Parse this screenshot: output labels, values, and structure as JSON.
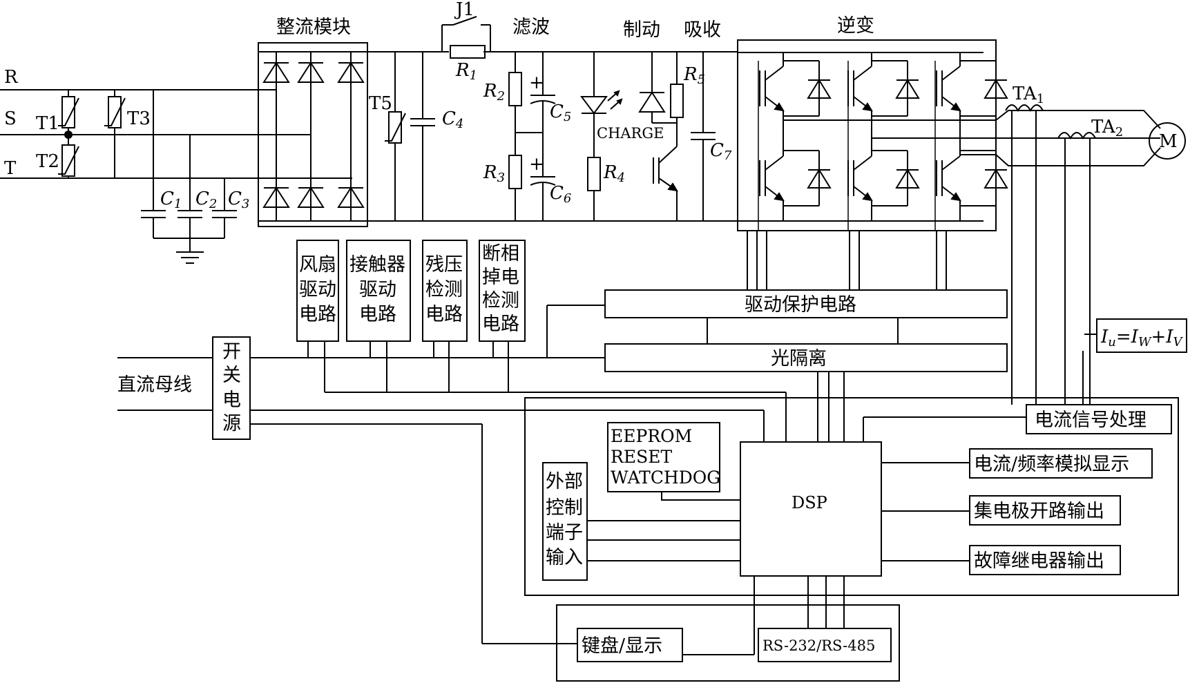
{
  "title_labels": {
    "rectifier": "整流模块",
    "filter": "滤波",
    "brake": "制动",
    "absorb": "吸收",
    "inverter": "逆变",
    "j1": "J1"
  },
  "phases": [
    "R",
    "S",
    "T"
  ],
  "components": {
    "T1": "T1",
    "T2": "T2",
    "T3": "T3",
    "T5": "T5",
    "R1": "R",
    "R1_sub": "1",
    "R2": "R",
    "R2_sub": "2",
    "R3": "R",
    "R3_sub": "3",
    "R4": "R",
    "R4_sub": "4",
    "R5": "R",
    "R5_sub": "5",
    "C1": "C",
    "C1_sub": "1",
    "C2": "C",
    "C2_sub": "2",
    "C3": "C",
    "C3_sub": "3",
    "C4": "C",
    "C4_sub": "4",
    "C5": "C",
    "C5_sub": "5",
    "C6": "C",
    "C6_sub": "6",
    "C7": "C",
    "C7_sub": "7",
    "TA1": "TA",
    "TA1_sub": "1",
    "TA2": "TA",
    "TA2_sub": "2",
    "plus": "+",
    "charge": "CHARGE",
    "motor": "M"
  },
  "blocks": {
    "fan": [
      "风扇",
      "驱动",
      "电路"
    ],
    "contactor": [
      "接触器",
      "驱动",
      "电路"
    ],
    "residual": [
      "残压",
      "检测",
      "电路"
    ],
    "phase_loss": [
      "断相",
      "掉电",
      "检测",
      "电路"
    ],
    "drive_protect": "驱动保护电路",
    "opto": "光隔离",
    "switch_psu": [
      "开",
      "关",
      "电",
      "源"
    ],
    "dc_bus": "直流母线",
    "current_proc": "电流信号处理",
    "current_formula": {
      "a": "I",
      "a_sub": "u",
      "eq": "=",
      "b": "I",
      "b_sub": "W",
      "plus": "+",
      "c": "I",
      "c_sub": "V"
    },
    "eeprom": [
      "EEPROM",
      "RESET",
      "WATCHDOG"
    ],
    "external": [
      "外部",
      "控制",
      "端子",
      "输入"
    ],
    "dsp": "DSP",
    "analog_display": "电流/频率模拟显示",
    "open_collector": "集电极开路输出",
    "fault_relay": "故障继电器输出",
    "keyboard": "键盘/显示",
    "rs": "RS-232/RS-485"
  }
}
